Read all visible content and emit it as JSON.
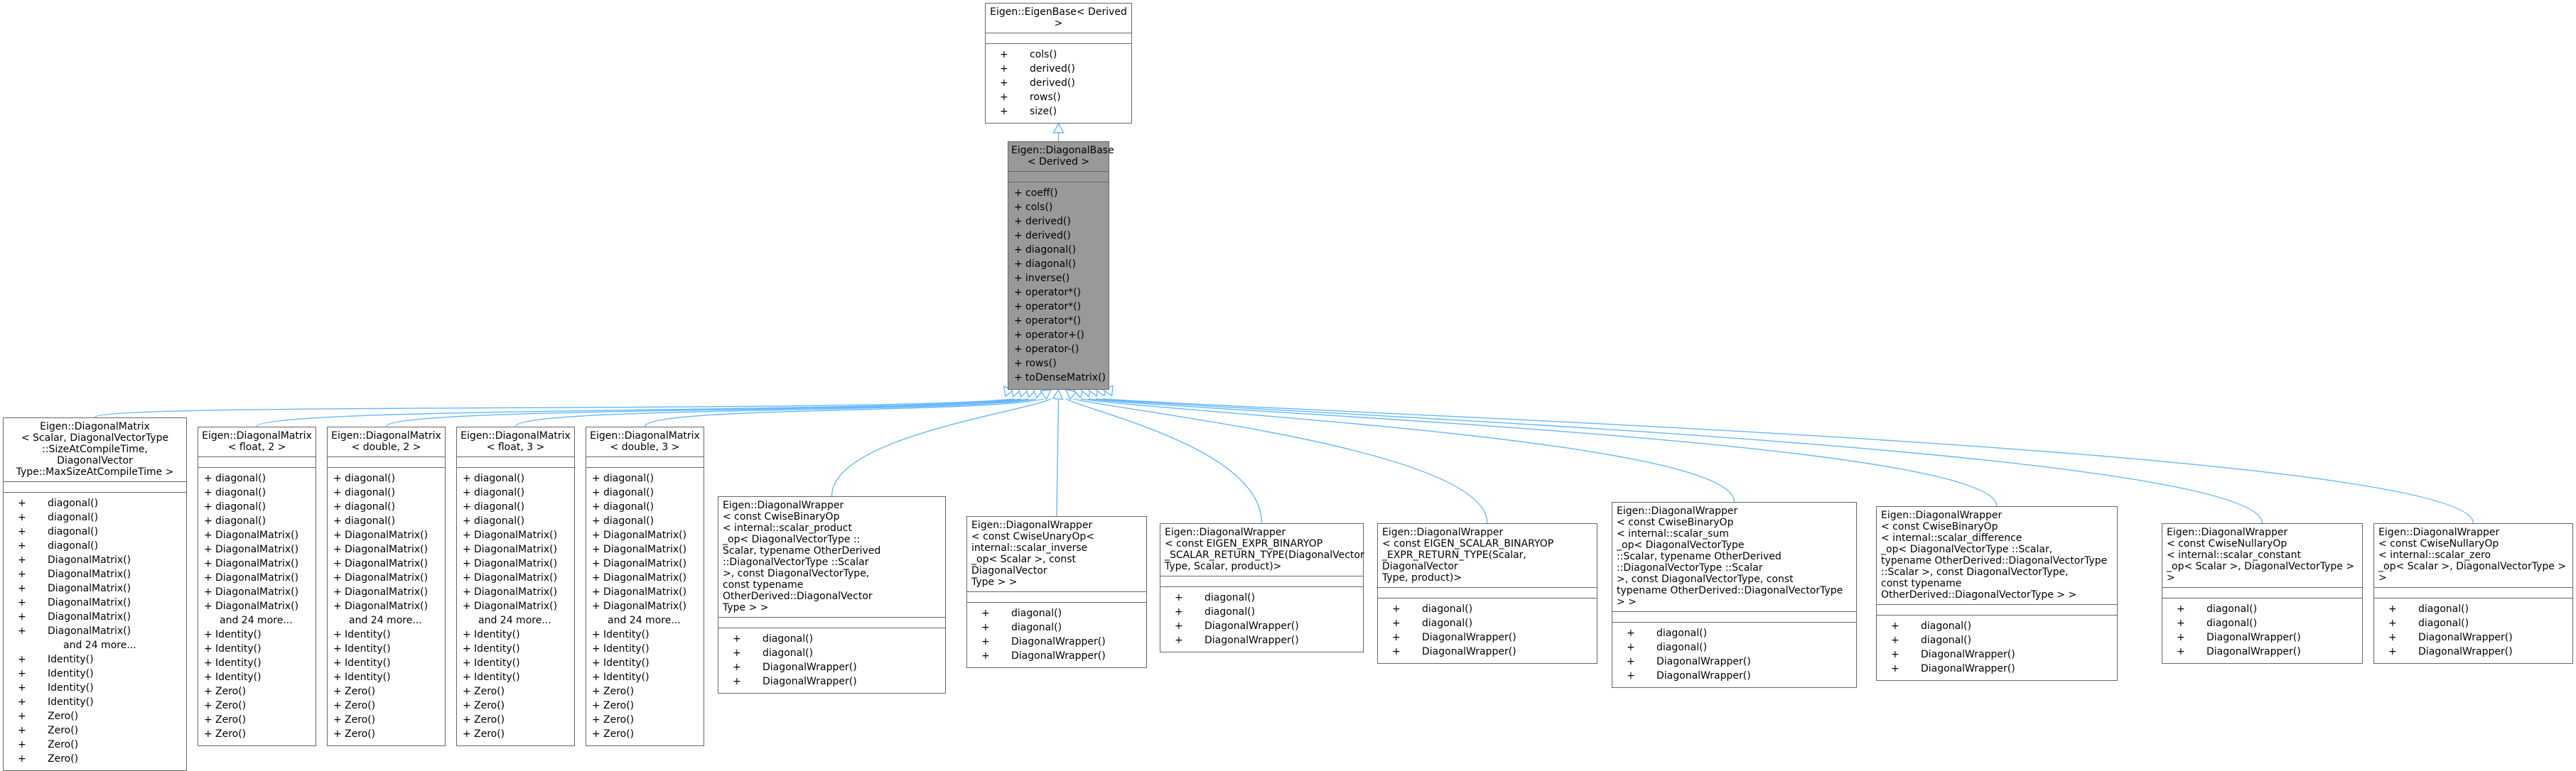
{
  "colors": {
    "edge": "#63b8ff",
    "border": "#666666",
    "focus_fill": "#999999"
  },
  "nodes": [
    {
      "id": "eigenbase",
      "title": [
        "Eigen::EigenBase< Derived >"
      ],
      "members": [
        "cols()",
        "derived()",
        "derived()",
        "rows()",
        "size()"
      ]
    },
    {
      "id": "diagonalbase",
      "title": [
        "Eigen::DiagonalBase",
        "< Derived >"
      ],
      "members": [
        "coeff()",
        "cols()",
        "derived()",
        "derived()",
        "diagonal()",
        "diagonal()",
        "inverse()",
        "operator*()",
        "operator*()",
        "operator*()",
        "operator+()",
        "operator-()",
        "rows()",
        "toDenseMatrix()"
      ]
    },
    {
      "id": "dm_generic",
      "title": [
        "Eigen::DiagonalMatrix",
        "< Scalar, DiagonalVectorType",
        "::SizeAtCompileTime, DiagonalVector",
        "Type::MaxSizeAtCompileTime >"
      ],
      "members": [
        "diagonal()",
        "diagonal()",
        "diagonal()",
        "diagonal()",
        "DiagonalMatrix()",
        "DiagonalMatrix()",
        "DiagonalMatrix()",
        "DiagonalMatrix()",
        "DiagonalMatrix()",
        "DiagonalMatrix()"
      ],
      "more": "and 24 more...",
      "members2": [
        "Identity()",
        "Identity()",
        "Identity()",
        "Identity()",
        "Zero()",
        "Zero()",
        "Zero()",
        "Zero()"
      ]
    },
    {
      "id": "dm_float2",
      "title": [
        "Eigen::DiagonalMatrix",
        "< float, 2 >"
      ],
      "members": [
        "diagonal()",
        "diagonal()",
        "diagonal()",
        "diagonal()",
        "DiagonalMatrix()",
        "DiagonalMatrix()",
        "DiagonalMatrix()",
        "DiagonalMatrix()",
        "DiagonalMatrix()",
        "DiagonalMatrix()"
      ],
      "more": "and 24 more...",
      "members2": [
        "Identity()",
        "Identity()",
        "Identity()",
        "Identity()",
        "Zero()",
        "Zero()",
        "Zero()",
        "Zero()"
      ]
    },
    {
      "id": "dm_double2",
      "title": [
        "Eigen::DiagonalMatrix",
        "< double, 2 >"
      ],
      "members": [
        "diagonal()",
        "diagonal()",
        "diagonal()",
        "diagonal()",
        "DiagonalMatrix()",
        "DiagonalMatrix()",
        "DiagonalMatrix()",
        "DiagonalMatrix()",
        "DiagonalMatrix()",
        "DiagonalMatrix()"
      ],
      "more": "and 24 more...",
      "members2": [
        "Identity()",
        "Identity()",
        "Identity()",
        "Identity()",
        "Zero()",
        "Zero()",
        "Zero()",
        "Zero()"
      ]
    },
    {
      "id": "dm_float3",
      "title": [
        "Eigen::DiagonalMatrix",
        "< float, 3 >"
      ],
      "members": [
        "diagonal()",
        "diagonal()",
        "diagonal()",
        "diagonal()",
        "DiagonalMatrix()",
        "DiagonalMatrix()",
        "DiagonalMatrix()",
        "DiagonalMatrix()",
        "DiagonalMatrix()",
        "DiagonalMatrix()"
      ],
      "more": "and 24 more...",
      "members2": [
        "Identity()",
        "Identity()",
        "Identity()",
        "Identity()",
        "Zero()",
        "Zero()",
        "Zero()",
        "Zero()"
      ]
    },
    {
      "id": "dm_double3",
      "title": [
        "Eigen::DiagonalMatrix",
        "< double, 3 >"
      ],
      "members": [
        "diagonal()",
        "diagonal()",
        "diagonal()",
        "diagonal()",
        "DiagonalMatrix()",
        "DiagonalMatrix()",
        "DiagonalMatrix()",
        "DiagonalMatrix()",
        "DiagonalMatrix()",
        "DiagonalMatrix()"
      ],
      "more": "and 24 more...",
      "members2": [
        "Identity()",
        "Identity()",
        "Identity()",
        "Identity()",
        "Zero()",
        "Zero()",
        "Zero()",
        "Zero()"
      ]
    },
    {
      "id": "dw_product",
      "title": [
        "Eigen::DiagonalWrapper",
        "< const CwiseBinaryOp",
        "< internal::scalar_product",
        "_op< DiagonalVectorType ::",
        "Scalar, typename OtherDerived",
        "::DiagonalVectorType ::Scalar",
        " >, const DiagonalVectorType,",
        " const typename OtherDerived::DiagonalVector",
        "Type > >"
      ],
      "members": [
        "diagonal()",
        "diagonal()",
        "DiagonalWrapper()",
        "DiagonalWrapper()"
      ]
    },
    {
      "id": "dw_inverse",
      "title": [
        "Eigen::DiagonalWrapper",
        "< const CwiseUnaryOp<",
        " internal::scalar_inverse",
        "_op< Scalar >, const DiagonalVector",
        "Type > >"
      ],
      "members": [
        "diagonal()",
        "diagonal()",
        "DiagonalWrapper()",
        "DiagonalWrapper()"
      ]
    },
    {
      "id": "dw_expr_binop",
      "title": [
        "Eigen::DiagonalWrapper",
        "< const EIGEN_EXPR_BINARYOP",
        "_SCALAR_RETURN_TYPE(DiagonalVector",
        "Type, Scalar, product)>"
      ],
      "members": [
        "diagonal()",
        "diagonal()",
        "DiagonalWrapper()",
        "DiagonalWrapper()"
      ]
    },
    {
      "id": "dw_scalar_binop",
      "title": [
        "Eigen::DiagonalWrapper",
        "< const EIGEN_SCALAR_BINARYOP",
        "_EXPR_RETURN_TYPE(Scalar, DiagonalVector",
        "Type, product)>"
      ],
      "members": [
        "diagonal()",
        "diagonal()",
        "DiagonalWrapper()",
        "DiagonalWrapper()"
      ]
    },
    {
      "id": "dw_sum",
      "title": [
        "Eigen::DiagonalWrapper",
        "< const CwiseBinaryOp",
        "< internal::scalar_sum",
        "_op< DiagonalVectorType",
        "::Scalar, typename OtherDerived",
        "::DiagonalVectorType ::Scalar",
        " >, const DiagonalVectorType, const",
        " typename OtherDerived::DiagonalVectorType > >"
      ],
      "members": [
        "diagonal()",
        "diagonal()",
        "DiagonalWrapper()",
        "DiagonalWrapper()"
      ]
    },
    {
      "id": "dw_difference",
      "title": [
        "Eigen::DiagonalWrapper",
        "< const CwiseBinaryOp",
        "< internal::scalar_difference",
        "_op< DiagonalVectorType ::Scalar,",
        " typename OtherDerived::DiagonalVectorType",
        "::Scalar >, const DiagonalVectorType,",
        " const typename OtherDerived::DiagonalVectorType > >"
      ],
      "members": [
        "diagonal()",
        "diagonal()",
        "DiagonalWrapper()",
        "DiagonalWrapper()"
      ]
    },
    {
      "id": "dw_constant",
      "title": [
        "Eigen::DiagonalWrapper",
        "< const CwiseNullaryOp",
        "< internal::scalar_constant",
        "_op< Scalar >, DiagonalVectorType > >"
      ],
      "members": [
        "diagonal()",
        "diagonal()",
        "DiagonalWrapper()",
        "DiagonalWrapper()"
      ]
    },
    {
      "id": "dw_zero",
      "title": [
        "Eigen::DiagonalWrapper",
        "< const CwiseNullaryOp",
        "< internal::scalar_zero",
        "_op< Scalar >, DiagonalVectorType > >"
      ],
      "members": [
        "diagonal()",
        "diagonal()",
        "DiagonalWrapper()",
        "DiagonalWrapper()"
      ]
    }
  ],
  "edges": [
    {
      "from": "diagonalbase",
      "to": "eigenbase",
      "type": "public-inheritance"
    },
    {
      "from": "dm_generic",
      "to": "diagonalbase",
      "type": "public-inheritance"
    },
    {
      "from": "dm_float2",
      "to": "diagonalbase",
      "type": "public-inheritance"
    },
    {
      "from": "dm_double2",
      "to": "diagonalbase",
      "type": "public-inheritance"
    },
    {
      "from": "dm_float3",
      "to": "diagonalbase",
      "type": "public-inheritance"
    },
    {
      "from": "dm_double3",
      "to": "diagonalbase",
      "type": "public-inheritance"
    },
    {
      "from": "dw_product",
      "to": "diagonalbase",
      "type": "public-inheritance"
    },
    {
      "from": "dw_inverse",
      "to": "diagonalbase",
      "type": "public-inheritance"
    },
    {
      "from": "dw_expr_binop",
      "to": "diagonalbase",
      "type": "public-inheritance"
    },
    {
      "from": "dw_scalar_binop",
      "to": "diagonalbase",
      "type": "public-inheritance"
    },
    {
      "from": "dw_sum",
      "to": "diagonalbase",
      "type": "public-inheritance"
    },
    {
      "from": "dw_difference",
      "to": "diagonalbase",
      "type": "public-inheritance"
    },
    {
      "from": "dw_constant",
      "to": "diagonalbase",
      "type": "public-inheritance"
    },
    {
      "from": "dw_zero",
      "to": "diagonalbase",
      "type": "public-inheritance"
    }
  ],
  "member_visibility_symbol": "+"
}
